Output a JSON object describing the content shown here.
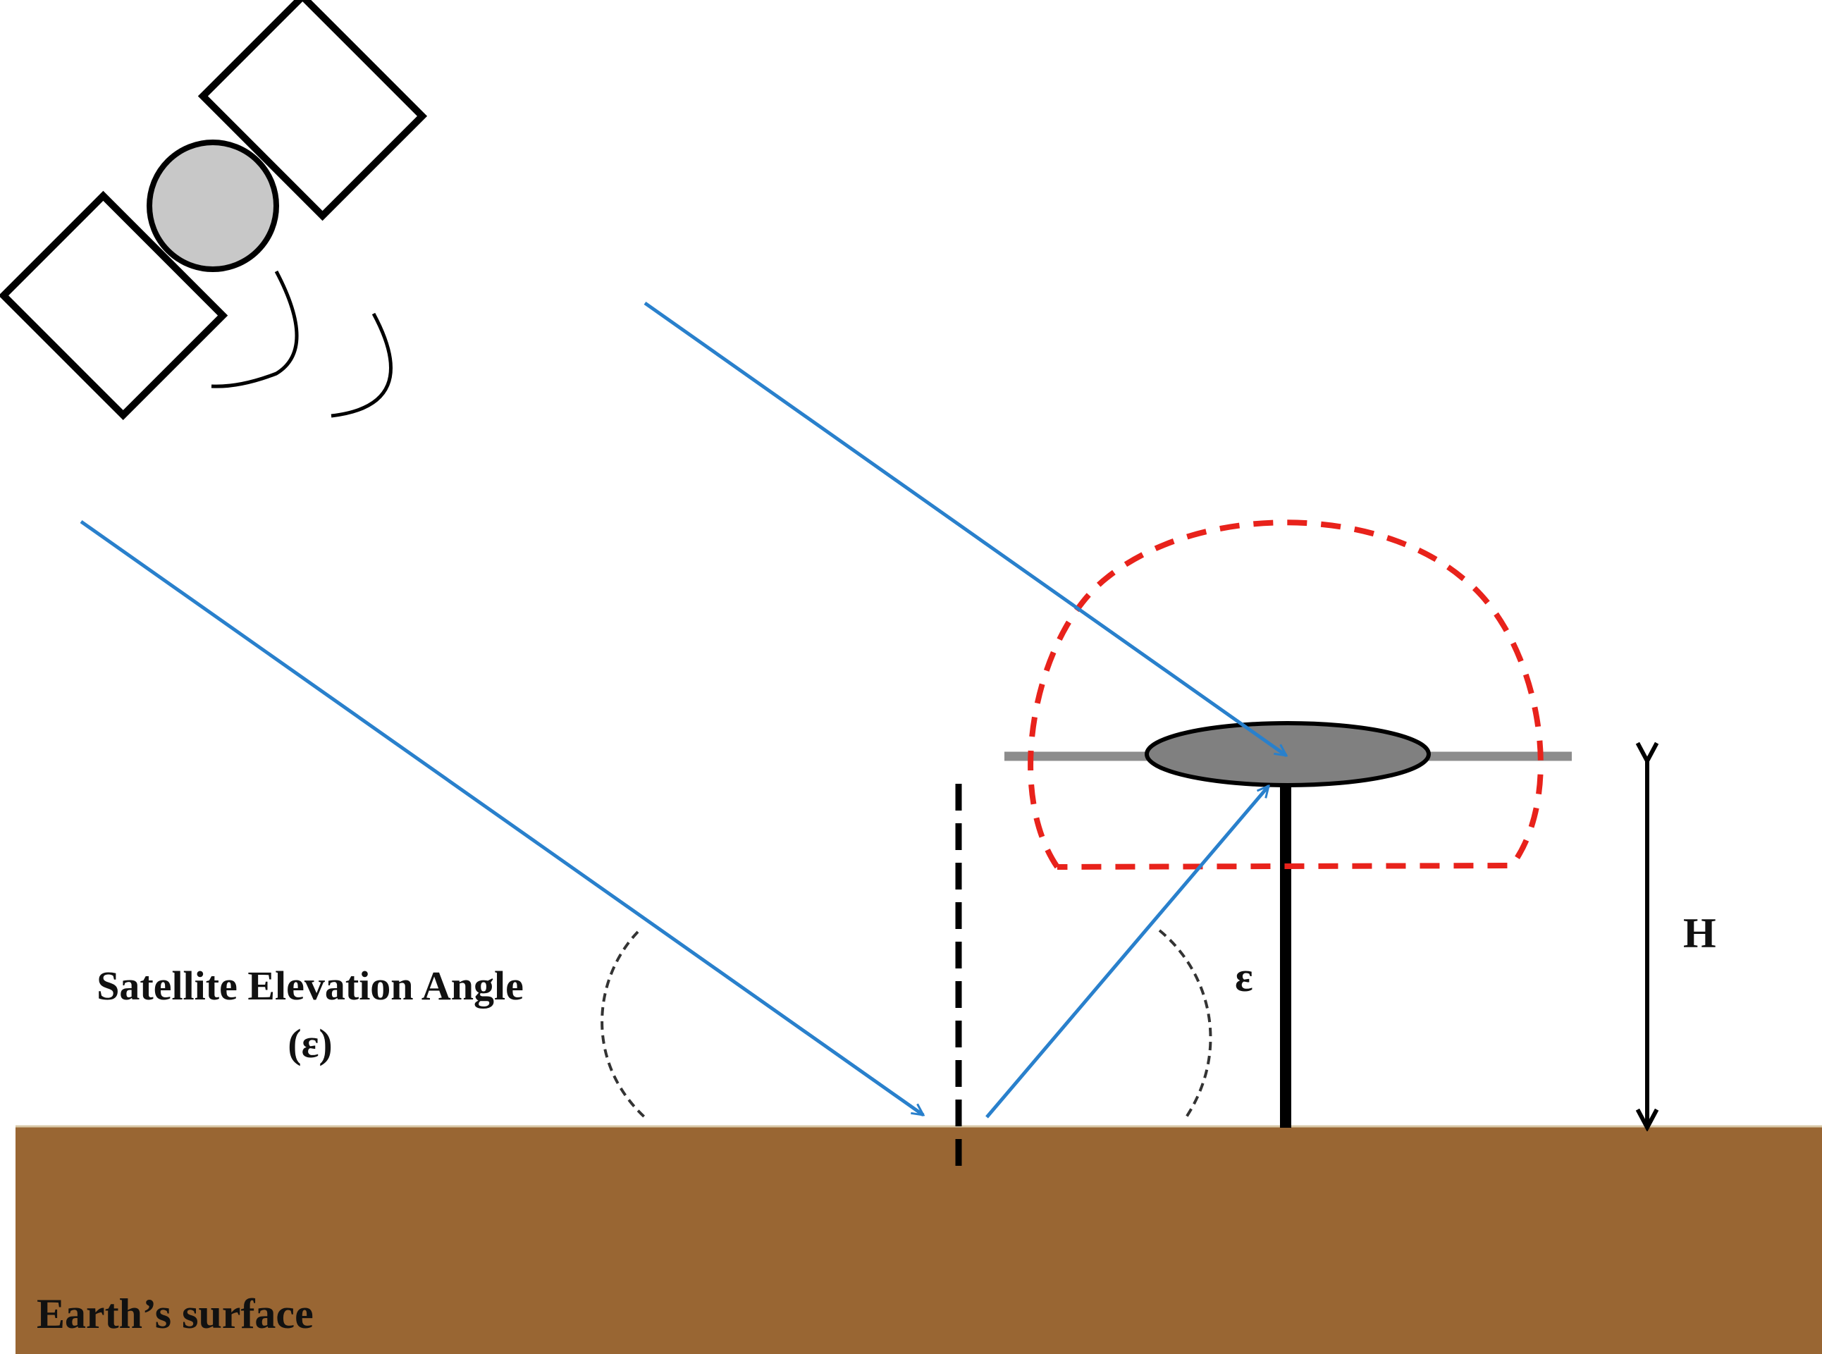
{
  "labels": {
    "angle_caption_line1": "Satellite Elevation Angle",
    "angle_caption_line2": "(ε)",
    "epsilon": "ε",
    "height": "H",
    "earth": "Earth’s surface"
  },
  "colors": {
    "ground": "#996633",
    "signal": "#2980cc",
    "antenna_pattern": "#e8221b",
    "satellite_body": "#c8c8c8",
    "antenna_patch": "#808080",
    "ground_plane": "#8c8c8c",
    "outline": "#000000"
  },
  "icons": {
    "satellite": "satellite-icon",
    "signal_waves": "signal-waves-icon",
    "antenna": "gnss-antenna-icon"
  }
}
